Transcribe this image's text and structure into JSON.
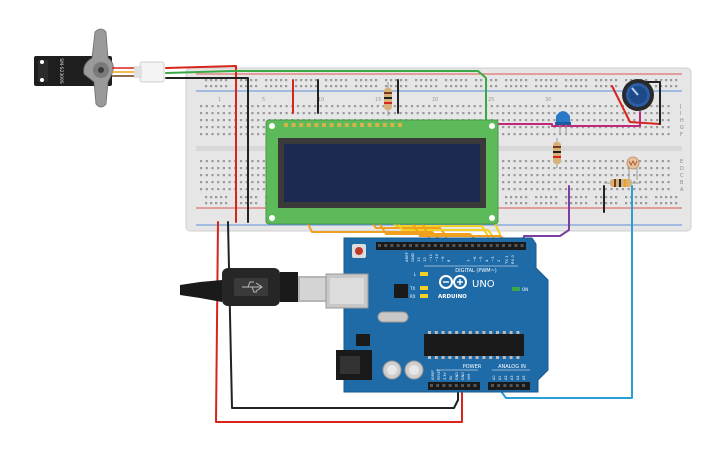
{
  "servo": {
    "model_text": "SM-S2309S"
  },
  "breadboard": {
    "row_letters_top": [
      "J",
      "I",
      "H",
      "G",
      "F"
    ],
    "row_letters_bottom": [
      "E",
      "D",
      "C",
      "B",
      "A"
    ],
    "column_numbers": [
      "1",
      "5",
      "10",
      "15",
      "20",
      "25",
      "30"
    ]
  },
  "arduino": {
    "brand": "ARDUINO",
    "model": "UNO",
    "digital_label": "DIGITAL (PWM~)",
    "power_label": "POWER",
    "analog_label": "ANALOG IN",
    "aref_label": "AREF",
    "gnd_label": "GND",
    "on_label": "ON",
    "l_label": "L",
    "tx_label": "TX",
    "rx_label": "RX",
    "digital_pins": [
      "13",
      "12",
      "~11",
      "~10",
      "~9",
      "8",
      "7",
      "~6",
      "~5",
      "4",
      "~3",
      "2",
      "TX 1",
      "RX 0"
    ],
    "power_pins": [
      "IOREF",
      "RESET",
      "3.3V",
      "5V",
      "GND",
      "GND",
      "VIN"
    ],
    "analog_pins": [
      "A0",
      "A1",
      "A2",
      "A3",
      "A4",
      "A5"
    ]
  },
  "colors": {
    "wire_red": "#d9241c",
    "wire_black": "#222222",
    "wire_green": "#3aa845",
    "wire_orange": "#f0a01e",
    "wire_yellow": "#f2d024",
    "wire_purple": "#7a3fa0",
    "wire_magenta": "#c0287a",
    "wire_cyan": "#2a9fd6",
    "arduino_blue": "#1f6ba8",
    "lcd_green": "#5dba5a",
    "lcd_screen": "#1c2a52",
    "breadboard": "#e6e6e6"
  }
}
